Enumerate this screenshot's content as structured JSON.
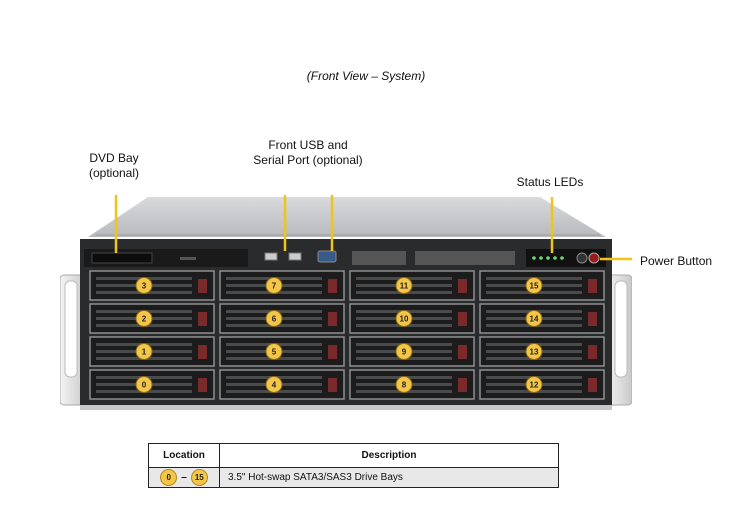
{
  "caption": "(Front View – System)",
  "labels": {
    "dvd_bay": [
      "DVD Bay",
      "(optional)"
    ],
    "front_usb": [
      "Front USB and",
      "Serial Port (optional)"
    ],
    "status_leds": "Status LEDs",
    "power_button": "Power Button"
  },
  "bays": [
    [
      "3",
      "7",
      "11",
      "15"
    ],
    [
      "2",
      "6",
      "10",
      "14"
    ],
    [
      "1",
      "5",
      "9",
      "13"
    ],
    [
      "0",
      "4",
      "8",
      "12"
    ]
  ],
  "table": {
    "headers": [
      "Location",
      "Description"
    ],
    "rows": [
      {
        "from": "0",
        "to": "15",
        "description": "3.5\" Hot-swap SATA3/SAS3 Drive Bays"
      }
    ]
  },
  "colors": {
    "callout": "#f0c419",
    "badge": "#f3c64a"
  }
}
